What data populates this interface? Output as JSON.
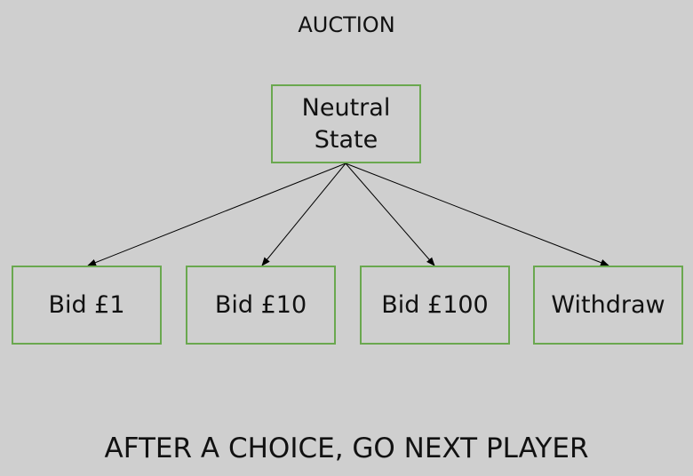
{
  "title": "AUCTION",
  "root": {
    "label_line1": "Neutral",
    "label_line2": "State"
  },
  "choices": [
    {
      "label": "Bid £1"
    },
    {
      "label": "Bid £10"
    },
    {
      "label": "Bid £100"
    },
    {
      "label": "Withdraw"
    }
  ],
  "footer": "AFTER A CHOICE, GO NEXT PLAYER",
  "colors": {
    "background": "#cfcfcf",
    "node_border": "#6aa84f",
    "text": "#111111",
    "arrow": "#000000"
  }
}
